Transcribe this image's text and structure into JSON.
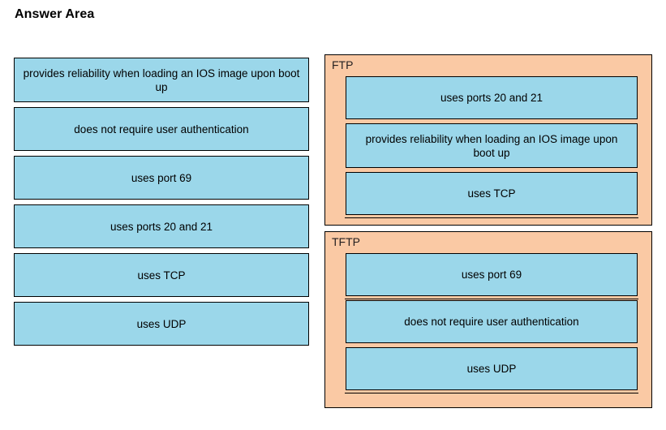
{
  "page": {
    "title": "Answer Area"
  },
  "colors": {
    "tile_fill": "#9BD7EA",
    "zone_fill": "#FAC9A4",
    "border": "#000000",
    "background": "#FFFFFF",
    "text": "#000000"
  },
  "source_pool": {
    "name": "available-options",
    "items": [
      {
        "label": "provides reliability when loading an IOS image upon boot up",
        "lines": 2
      },
      {
        "label": "does not require user authentication",
        "lines": 1
      },
      {
        "label": "uses port 69",
        "lines": 1
      },
      {
        "label": "uses ports 20 and 21",
        "lines": 1
      },
      {
        "label": "uses TCP",
        "lines": 1
      },
      {
        "label": "uses UDP",
        "lines": 1
      }
    ]
  },
  "drop_zones": [
    {
      "id": "ftp",
      "label": "FTP",
      "items": [
        {
          "label": "uses ports 20 and 21",
          "lines": 1
        },
        {
          "label": "provides reliability when loading an IOS image upon boot up",
          "lines": 2
        },
        {
          "label": "uses TCP",
          "lines": 1
        }
      ]
    },
    {
      "id": "tftp",
      "label": "TFTP",
      "items": [
        {
          "label": "uses port 69",
          "lines": 1
        },
        {
          "label": "does not require user authentication",
          "lines": 1
        },
        {
          "label": "uses UDP",
          "lines": 1
        }
      ]
    }
  ]
}
